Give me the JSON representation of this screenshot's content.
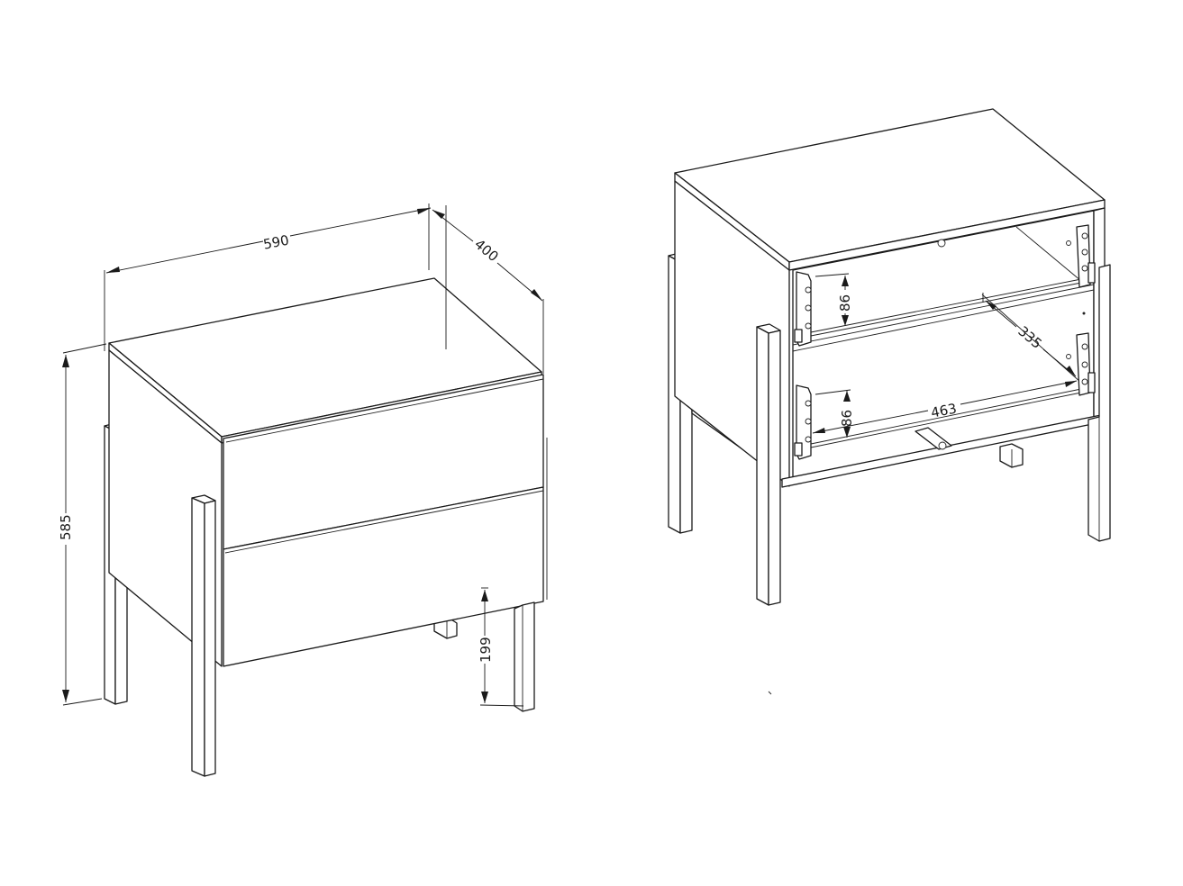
{
  "diagram": {
    "title": "",
    "subject": "two-drawer nightstand technical drawing",
    "units": "mm",
    "views": [
      {
        "name": "exterior-view",
        "description": "closed two-drawer nightstand on four square metal legs",
        "dimensions": {
          "width": "590",
          "depth": "400",
          "height": "585",
          "leg_clearance": "199"
        }
      },
      {
        "name": "interior-view",
        "description": "carcass with drawers removed showing drawer runners",
        "dimensions": {
          "upper_drawer_height": "86",
          "lower_drawer_height": "86",
          "runner_depth": "335",
          "inner_width": "463"
        }
      }
    ],
    "colors": {
      "line": "#1a1a1a",
      "background": "#ffffff"
    }
  }
}
